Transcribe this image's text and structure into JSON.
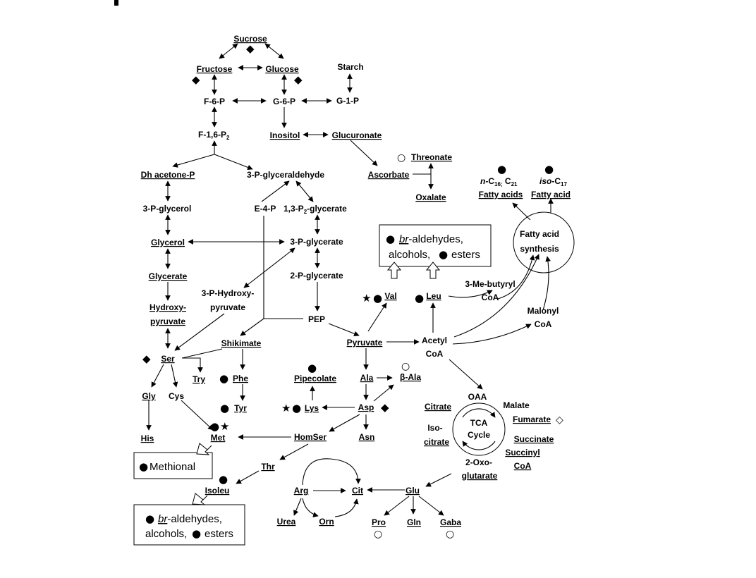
{
  "diagram": {
    "nodes": {
      "sucrose": "Sucrose",
      "fructose": "Fructose",
      "glucose": "Glucose",
      "starch": "Starch",
      "f6p": "F-6-P",
      "g6p": "G-6-P",
      "g1p": "G-1-P",
      "f16p2": "F-1,6-P",
      "f16p2_sub": "2",
      "inositol": "Inositol",
      "glucuronate": "Glucuronate",
      "threonate": "Threonate",
      "ascorbate": "Ascorbate",
      "oxalate": "Oxalate",
      "dhap": "Dh acetone-P",
      "g3pald": "3-P-glyceraldehyde",
      "p3glycerol": "3-P-glycerol",
      "e4p": "E-4-P",
      "bpg": "1,3-P",
      "bpg_sub": "2",
      "bpg_rest": "-glycerate",
      "glycerol": "Glycerol",
      "p3glycerate": "3-P-glycerate",
      "glycerate": "Glycerate",
      "p2glycerate": "2-P-glycerate",
      "p3hp_1": "3-P-Hydroxy-",
      "p3hp_2": "pyruvate",
      "hp_1": "Hydroxy-",
      "hp_2": "pyruvate",
      "pep": "PEP",
      "shikimate": "Shikimate",
      "pyruvate": "Pyruvate",
      "acetyl_1": "Acetyl",
      "acetyl_2": "CoA",
      "ser": "Ser",
      "try": "Try",
      "phe": "Phe",
      "tyr": "Tyr",
      "gly": "Gly",
      "cys": "Cys",
      "his": "His",
      "met": "Met",
      "pipecolate": "Pipecolate",
      "ala": "Ala",
      "bala": "β-Ala",
      "lys": "Lys",
      "asp": "Asp",
      "asn": "Asn",
      "homser": "HomSer",
      "thr": "Thr",
      "isoleu": "Isoleu",
      "val": "Val",
      "leu": "Leu",
      "mebut_1": "3-Me-butyryl",
      "mebut_2": "CoA",
      "malonyl_1": "Malonyl",
      "malonyl_2": "CoA",
      "fas_1": "Fatty acid",
      "fas_2": "synthesis",
      "nc_pre": "n",
      "nc_c": "-C",
      "nc_16": "16;",
      "nc_c21": " C",
      "nc_21": "21",
      "fattyacids": "Fatty acids",
      "iso_pre": "iso",
      "iso_c": "-C",
      "iso_17": "17",
      "fattyacid": "Fatty acid",
      "oaa": "OAA",
      "citrate": "Citrate",
      "malate": "Malate",
      "fumarate": "Fumarate",
      "isocit_1": "Iso-",
      "isocit_2": "citrate",
      "tca_1": "TCA",
      "tca_2": "Cycle",
      "succinate": "Succinate",
      "succoa_1": "Succinyl",
      "succoa_2": "CoA",
      "oxo_1": "2-Oxo-",
      "oxo_2": "glutarate",
      "glu": "Glu",
      "arg": "Arg",
      "cit": "Cit",
      "urea": "Urea",
      "orn": "Orn",
      "pro": "Pro",
      "gln": "Gln",
      "gaba": "Gaba"
    },
    "boxes": {
      "br_top_1": "br",
      "br_top_2": "-aldehydes,",
      "br_top_3": "alcohols,",
      "br_top_4": "esters",
      "methional": "Methional",
      "br_bot_1": "br",
      "br_bot_2": "-aldehydes,",
      "br_bot_3": "alcohols,",
      "br_bot_4": "esters"
    },
    "marker_glyphs": {
      "filled_circle": "●",
      "open_circle": "○",
      "star": "★",
      "filled_diamond": "◆",
      "open_diamond": "◇"
    }
  }
}
